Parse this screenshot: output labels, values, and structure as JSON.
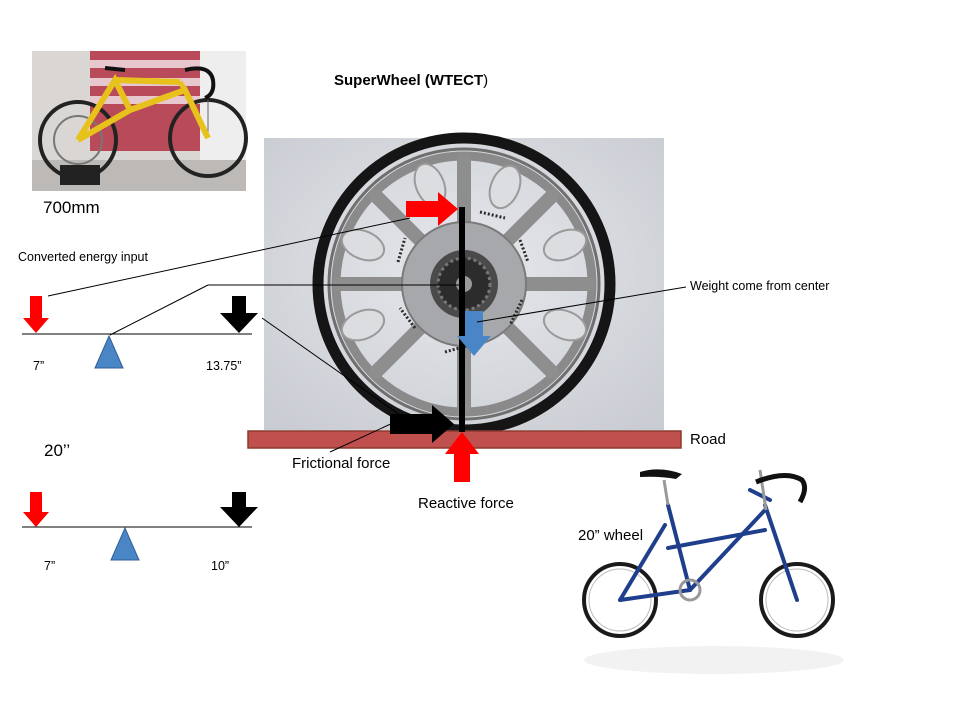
{
  "title_main": "SuperWheel (WTECT",
  "title_paren": ")",
  "labels": {
    "size_700": "700mm",
    "converted_energy": "Converted energy input",
    "weight_center": "Weight come from center",
    "road": "Road",
    "frictional_force": "Frictional force",
    "reactive_force": "Reactive force",
    "size_20": "20’’",
    "wheel_20": "20” wheel"
  },
  "lever_700": {
    "left_distance": "7”",
    "right_distance": "13.75”"
  },
  "lever_20": {
    "left_distance": "7”",
    "right_distance": "10”"
  },
  "colors": {
    "red_arrow": "#ff0000",
    "black_arrow": "#000000",
    "blue": "#4a86c5",
    "road_fill": "#c0504d",
    "road_stroke": "#8b3a2f",
    "bike_yellow": "#e8c21c",
    "bike_blue": "#1f3f8c"
  }
}
